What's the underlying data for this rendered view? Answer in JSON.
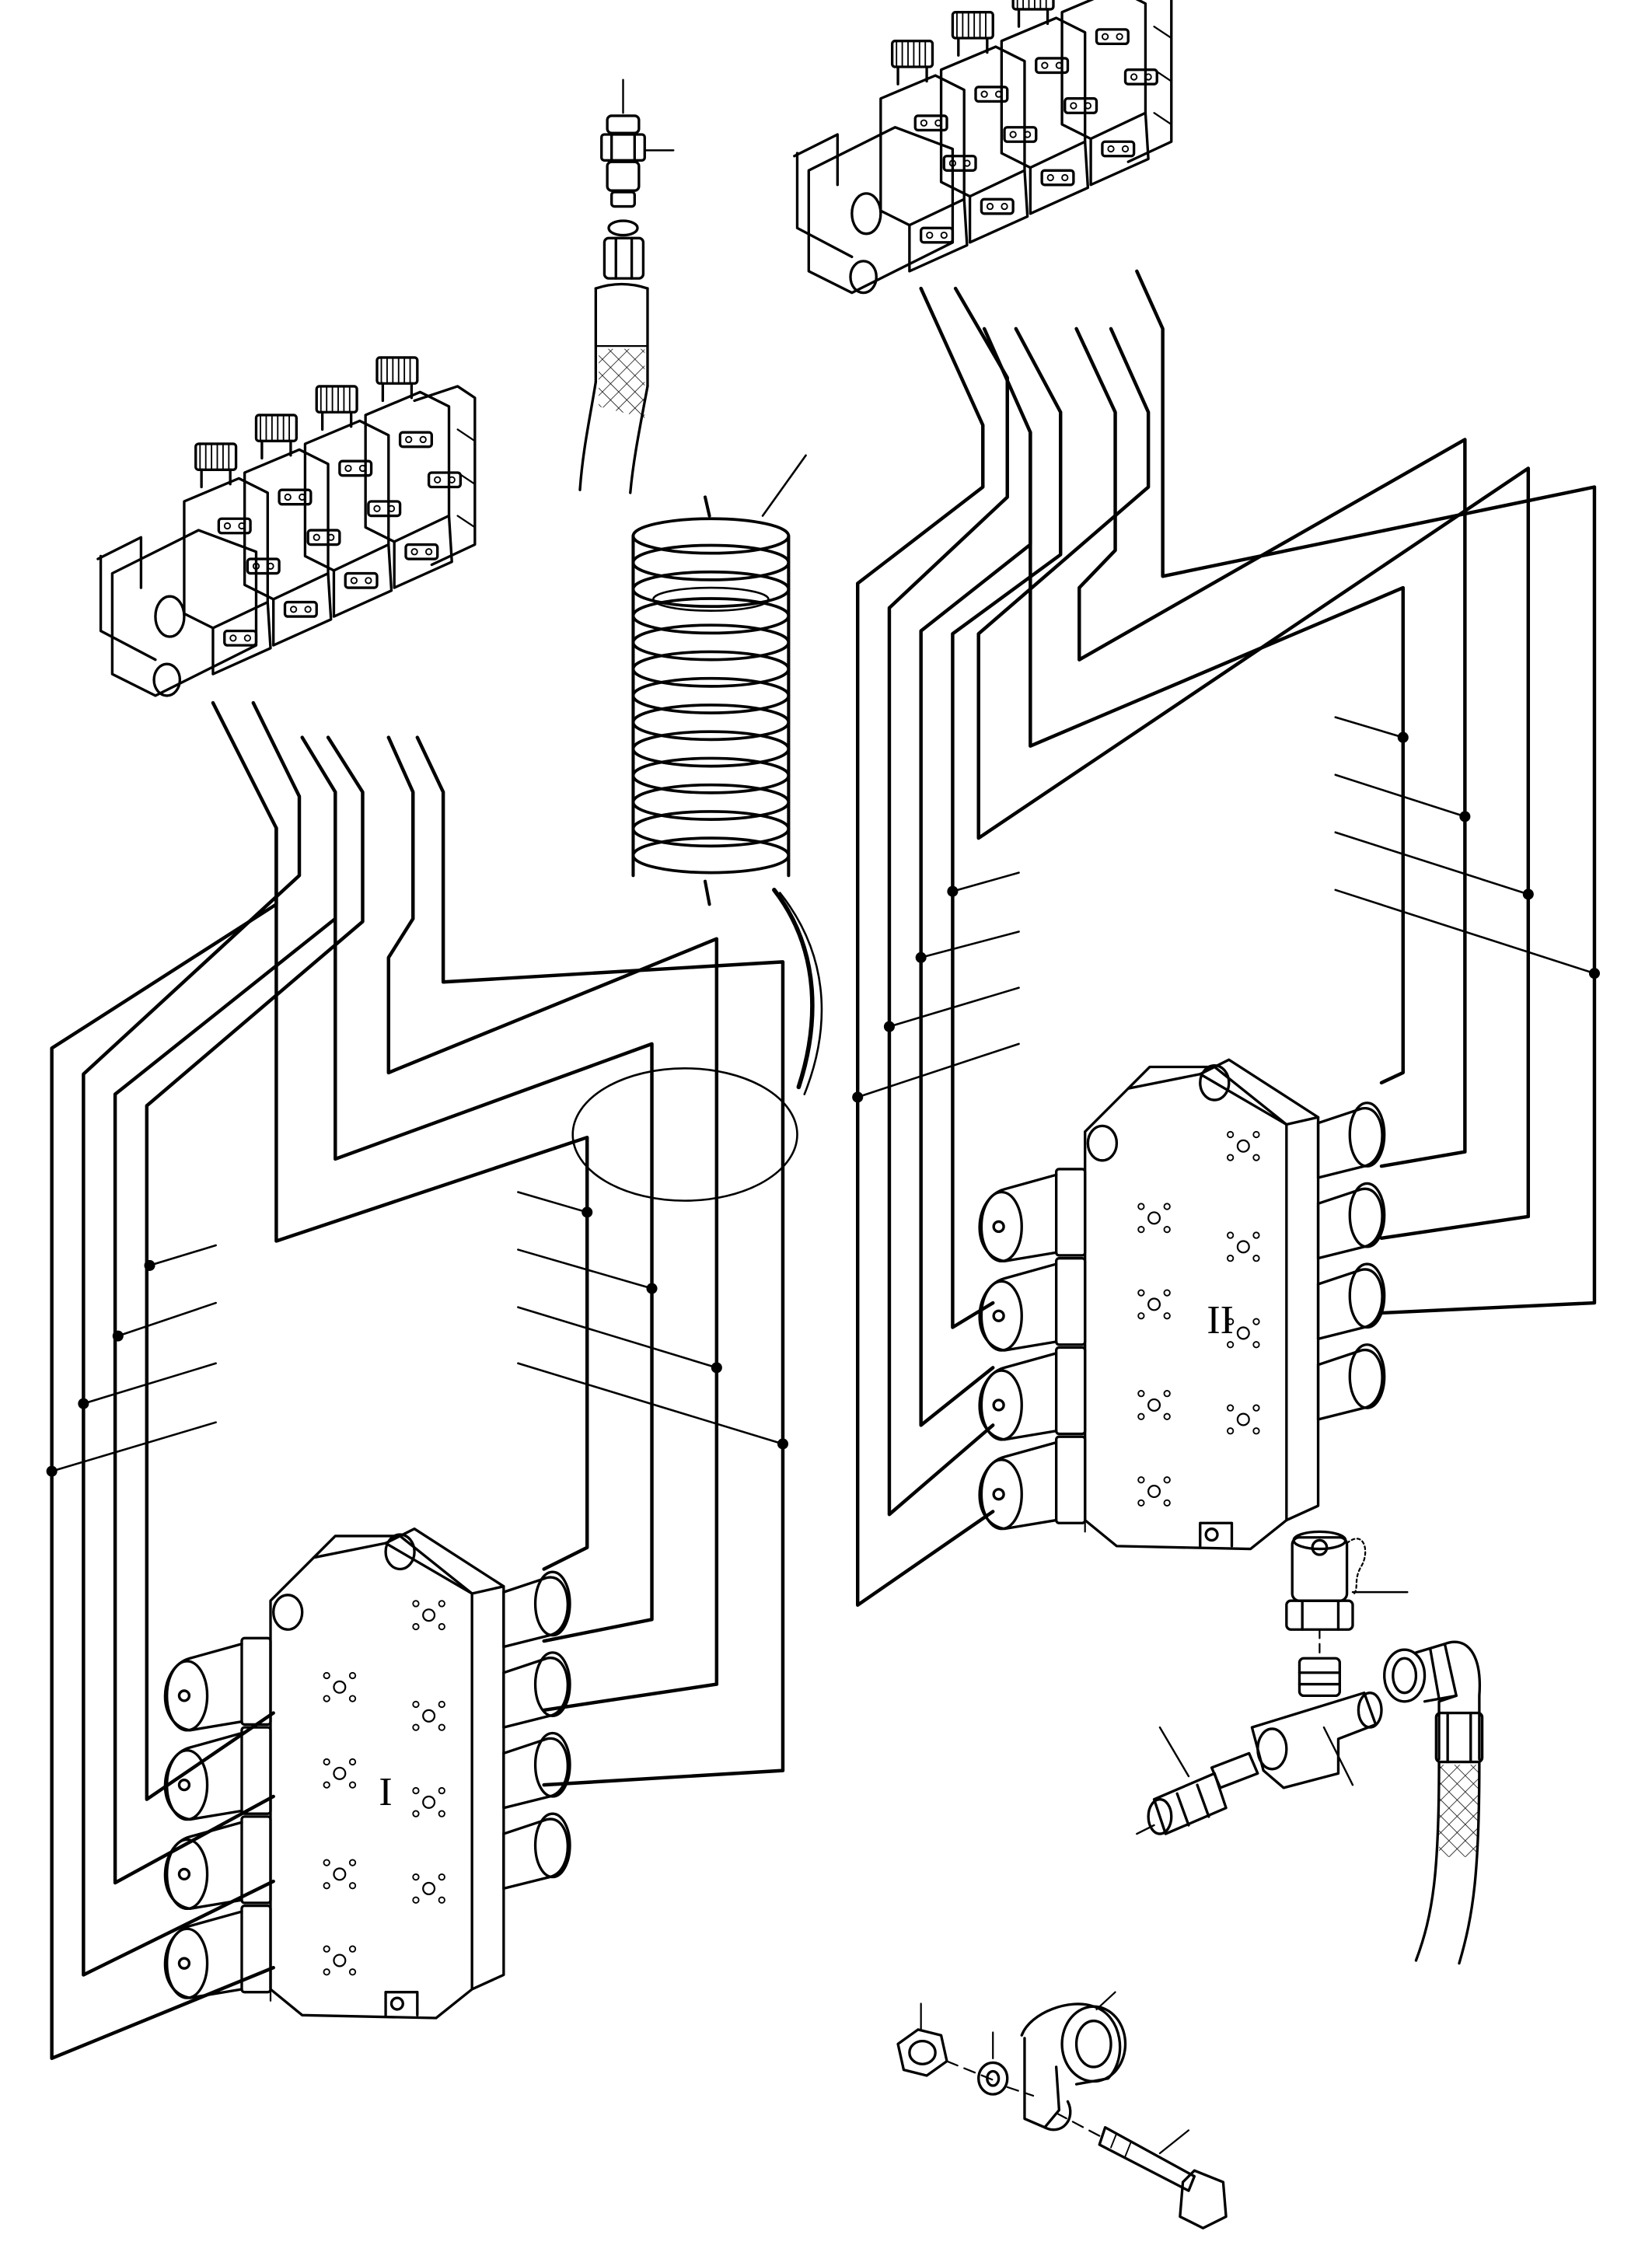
{
  "diagram": {
    "type": "exploded parts drawing (hydraulic control valves, solenoid valve blocks, hoses, fittings)",
    "valve_markings": [
      {
        "id": "valve-1",
        "text": "I"
      },
      {
        "id": "valve-2",
        "text": "II"
      }
    ],
    "colors": {
      "line": "#000000",
      "background": "#ffffff"
    }
  }
}
